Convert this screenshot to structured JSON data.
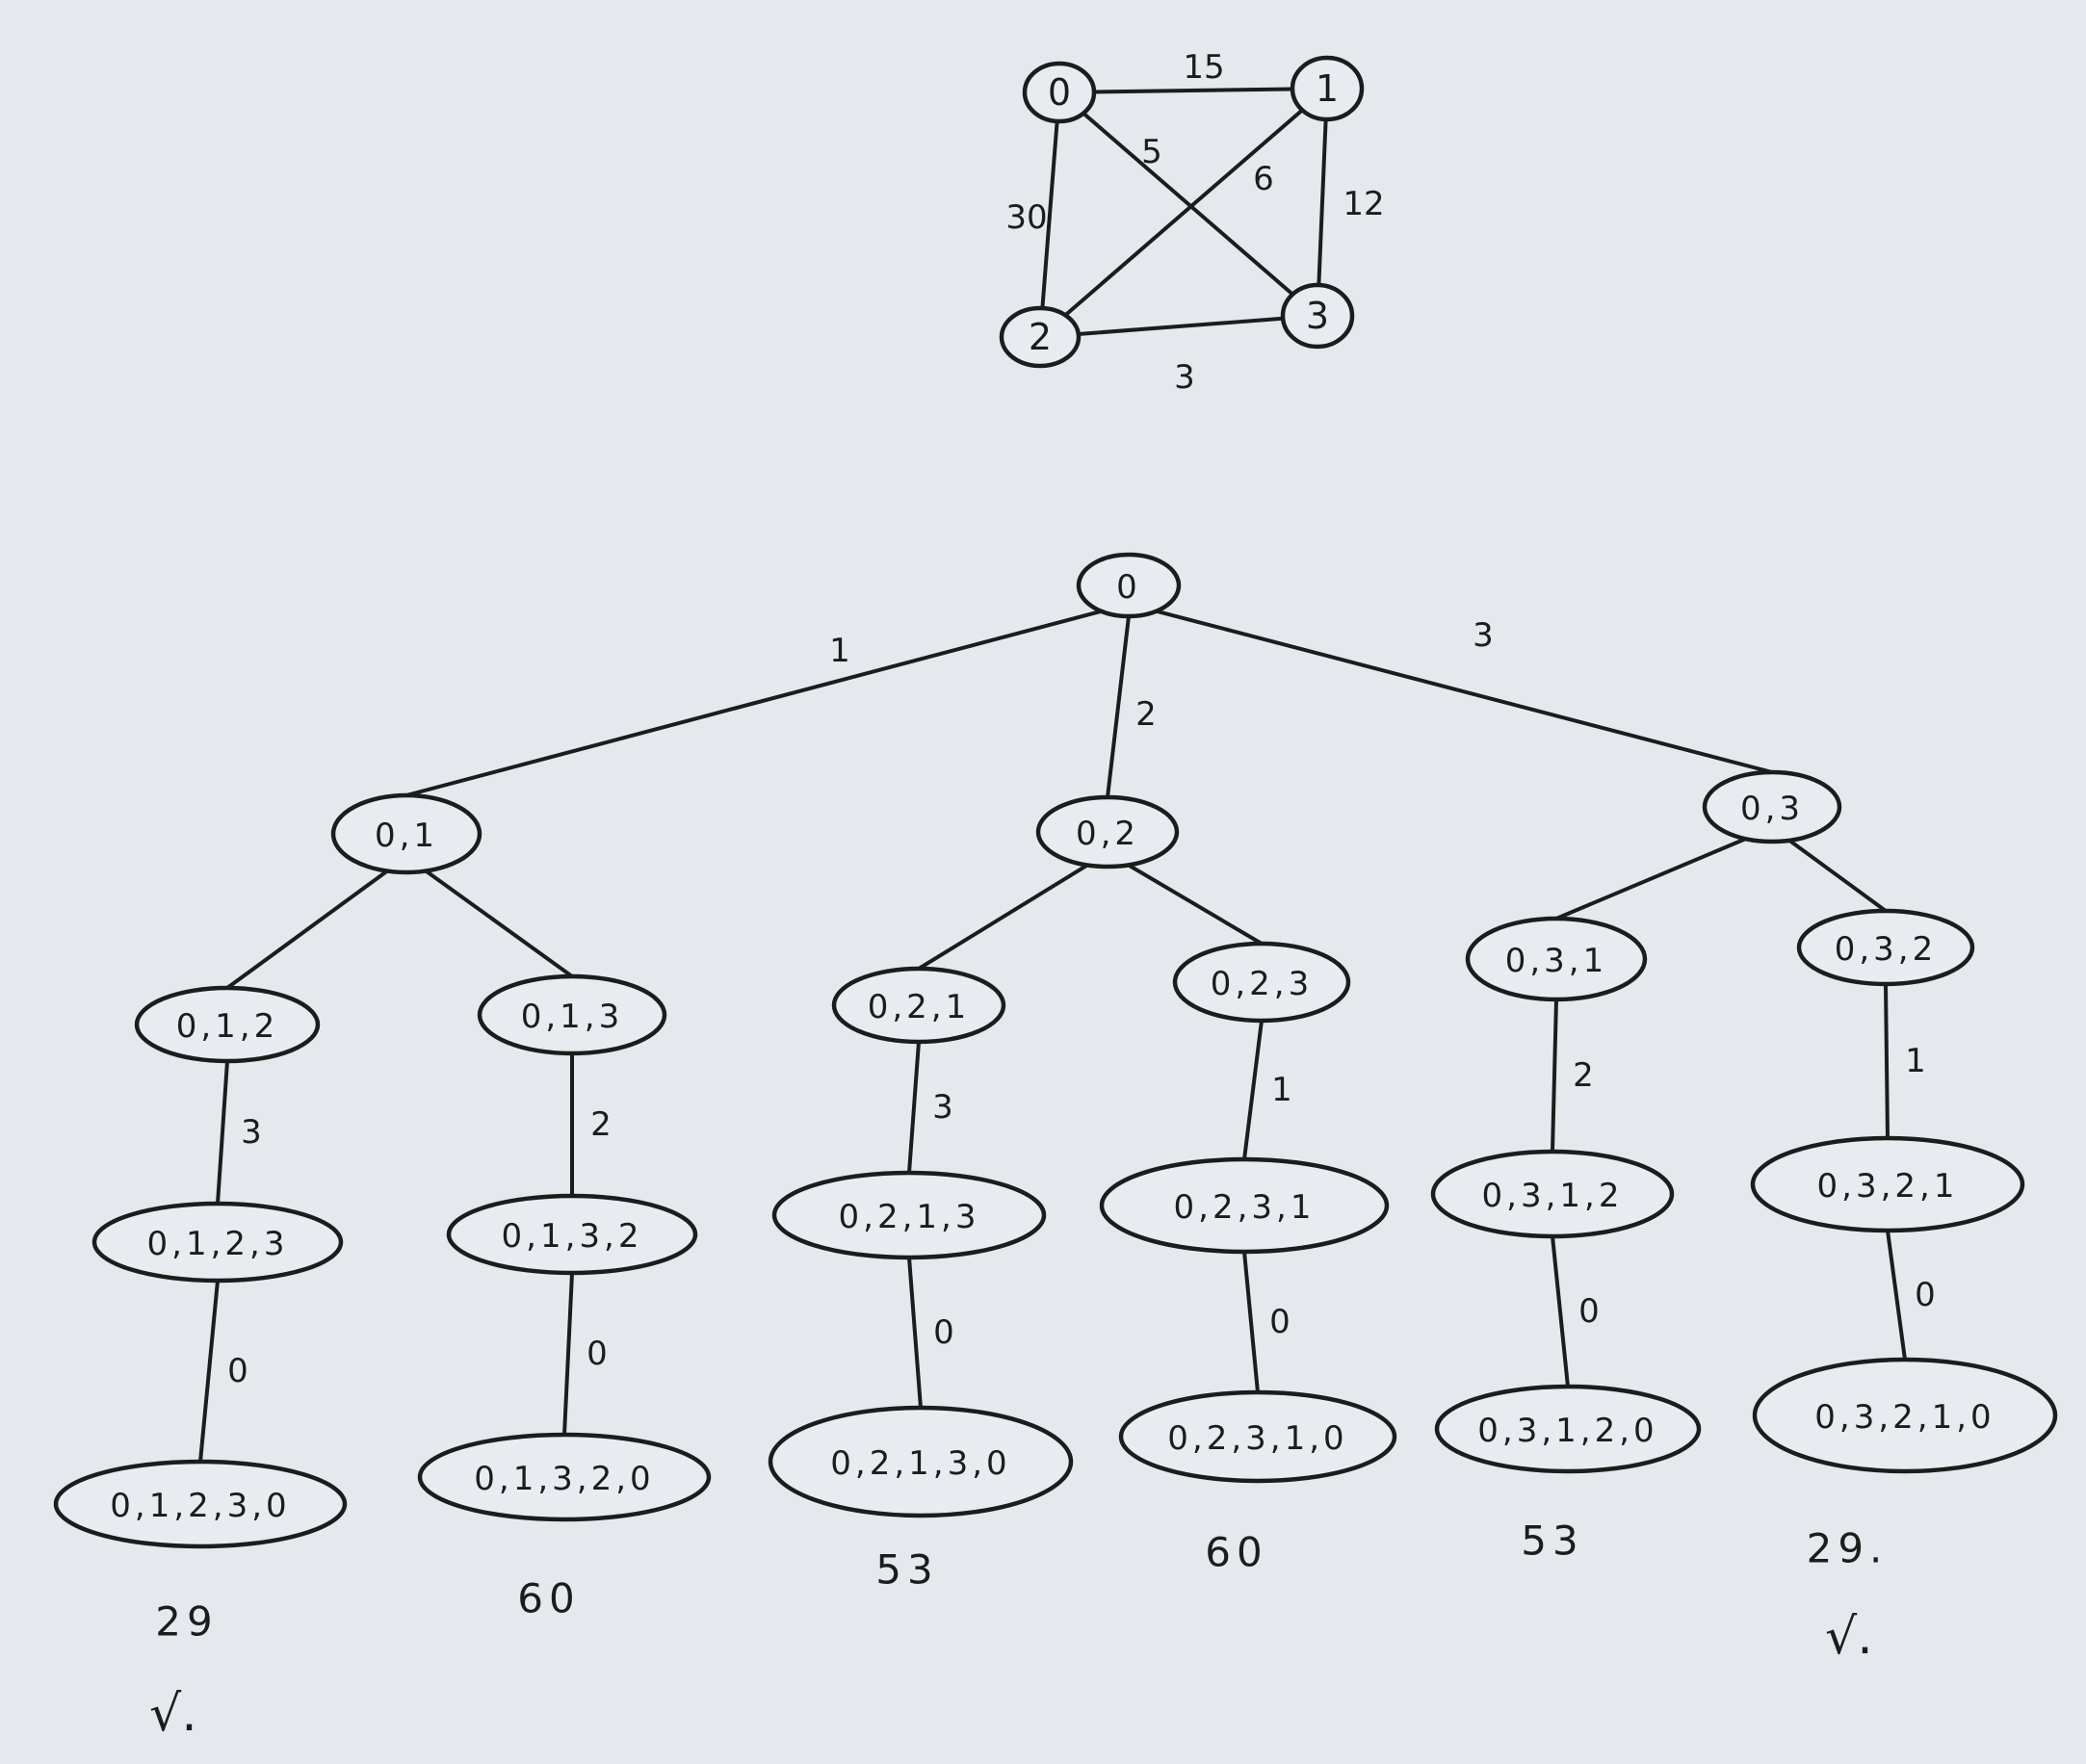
{
  "graph": {
    "nodes": [
      {
        "id": "n0",
        "label": "0"
      },
      {
        "id": "n1",
        "label": "1"
      },
      {
        "id": "n2",
        "label": "2"
      },
      {
        "id": "n3",
        "label": "3"
      }
    ],
    "edges": [
      {
        "id": "e01",
        "from": "n0",
        "to": "n1",
        "weight": "15"
      },
      {
        "id": "e02",
        "from": "n0",
        "to": "n2",
        "weight": "30"
      },
      {
        "id": "e03",
        "from": "n0",
        "to": "n3",
        "weight": "5"
      },
      {
        "id": "e12",
        "from": "n1",
        "to": "n2",
        "weight": "6"
      },
      {
        "id": "e13",
        "from": "n1",
        "to": "n3",
        "weight": "12"
      },
      {
        "id": "e23",
        "from": "n2",
        "to": "n3",
        "weight": "3"
      }
    ]
  },
  "tree": {
    "nodes": [
      {
        "id": "r",
        "label": "0"
      },
      {
        "id": "a",
        "label": "0,1"
      },
      {
        "id": "b",
        "label": "0,2"
      },
      {
        "id": "c",
        "label": "0,3"
      },
      {
        "id": "a1",
        "label": "0,1,2"
      },
      {
        "id": "a2",
        "label": "0,1,3"
      },
      {
        "id": "b1",
        "label": "0,2,1"
      },
      {
        "id": "b2",
        "label": "0,2,3"
      },
      {
        "id": "c1",
        "label": "0,3,1"
      },
      {
        "id": "c2",
        "label": "0,3,2"
      },
      {
        "id": "a1x",
        "label": "0,1,2,3"
      },
      {
        "id": "a2x",
        "label": "0,1,3,2"
      },
      {
        "id": "b1x",
        "label": "0,2,1,3"
      },
      {
        "id": "b2x",
        "label": "0,2,3,1"
      },
      {
        "id": "c1x",
        "label": "0,3,1,2"
      },
      {
        "id": "c2x",
        "label": "0,3,2,1"
      },
      {
        "id": "a1y",
        "label": "0,1,2,3,0"
      },
      {
        "id": "a2y",
        "label": "0,1,3,2,0"
      },
      {
        "id": "b1y",
        "label": "0,2,1,3,0"
      },
      {
        "id": "b2y",
        "label": "0,2,3,1,0"
      },
      {
        "id": "c1y",
        "label": "0,3,1,2,0"
      },
      {
        "id": "c2y",
        "label": "0,3,2,1,0"
      }
    ],
    "edges": [
      {
        "from": "r",
        "to": "a",
        "label": "1"
      },
      {
        "from": "r",
        "to": "b",
        "label": "2"
      },
      {
        "from": "r",
        "to": "c",
        "label": "3"
      },
      {
        "from": "a",
        "to": "a1",
        "label": ""
      },
      {
        "from": "a",
        "to": "a2",
        "label": ""
      },
      {
        "from": "b",
        "to": "b1",
        "label": ""
      },
      {
        "from": "b",
        "to": "b2",
        "label": ""
      },
      {
        "from": "c",
        "to": "c1",
        "label": ""
      },
      {
        "from": "c",
        "to": "c2",
        "label": ""
      },
      {
        "from": "a1",
        "to": "a1x",
        "label": "3"
      },
      {
        "from": "a2",
        "to": "a2x",
        "label": "2"
      },
      {
        "from": "b1",
        "to": "b1x",
        "label": "3"
      },
      {
        "from": "b2",
        "to": "b2x",
        "label": "1"
      },
      {
        "from": "c1",
        "to": "c1x",
        "label": "2"
      },
      {
        "from": "c2",
        "to": "c2x",
        "label": "1"
      },
      {
        "from": "a1x",
        "to": "a1y",
        "label": "0"
      },
      {
        "from": "a2x",
        "to": "a2y",
        "label": "0"
      },
      {
        "from": "b1x",
        "to": "b1y",
        "label": "0"
      },
      {
        "from": "b2x",
        "to": "b2y",
        "label": "0"
      },
      {
        "from": "c1x",
        "to": "c1y",
        "label": "0"
      },
      {
        "from": "c2x",
        "to": "c2y",
        "label": "0"
      }
    ],
    "costs": [
      {
        "leaf": "a1y",
        "value": "29",
        "mark": "√."
      },
      {
        "leaf": "a2y",
        "value": "60",
        "mark": ""
      },
      {
        "leaf": "b1y",
        "value": "53",
        "mark": ""
      },
      {
        "leaf": "b2y",
        "value": "60",
        "mark": ""
      },
      {
        "leaf": "c1y",
        "value": "53",
        "mark": ""
      },
      {
        "leaf": "c2y",
        "value": "29.",
        "mark": "√."
      }
    ]
  }
}
